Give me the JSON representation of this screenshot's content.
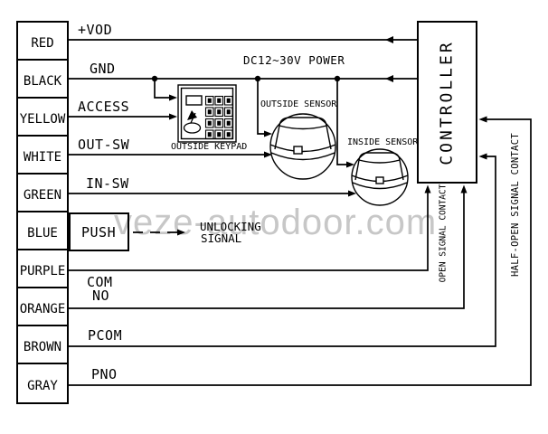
{
  "watermark": "veze-autodoor.com",
  "controller": {
    "label": "CONTROLLER"
  },
  "labels": {
    "power": "DC12~30V POWER",
    "keypad": "OUTSIDE KEYPAD",
    "outside_sensor": "OUTSIDE SENSOR",
    "inside_sensor": "INSIDE SENSOR",
    "unlocking_line1": "UNLOCKING",
    "unlocking_line2": "SIGNAL",
    "open_contact": "OPEN SIGNAL CONTACT",
    "half_open_contact": "HALF-OPEN SIGNAL CONTACT"
  },
  "wires": [
    {
      "color": "RED",
      "signal": "+VOD"
    },
    {
      "color": "BLACK",
      "signal": "GND"
    },
    {
      "color": "YELLOW",
      "signal": "ACCESS"
    },
    {
      "color": "WHITE",
      "signal": "OUT-SW"
    },
    {
      "color": "GREEN",
      "signal": "IN-SW"
    },
    {
      "color": "BLUE",
      "signal": "PUSH"
    },
    {
      "color": "PURPLE",
      "signal": "COM"
    },
    {
      "color": "ORANGE",
      "signal": "NO"
    },
    {
      "color": "BROWN",
      "signal": "PCOM"
    },
    {
      "color": "GRAY",
      "signal": "PNO"
    }
  ],
  "colors": {
    "line": "#000000",
    "watermark": "#c7c7c7",
    "background": "#ffffff"
  }
}
